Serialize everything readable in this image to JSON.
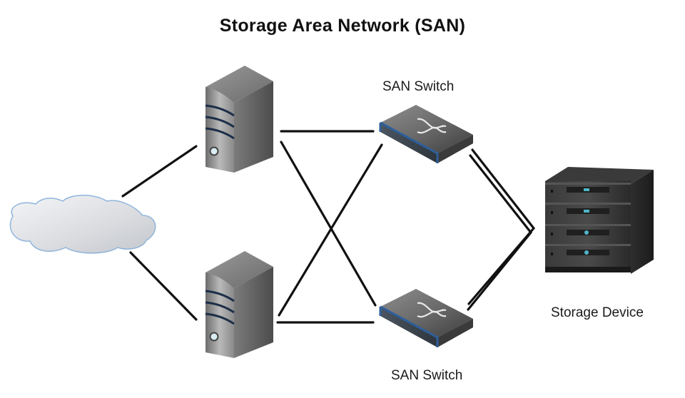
{
  "title": "Storage Area Network (SAN)",
  "nodes": {
    "cloud": {
      "label": "",
      "icon": "cloud-icon"
    },
    "server_top": {
      "label": "",
      "icon": "server-tower-icon"
    },
    "server_bottom": {
      "label": "",
      "icon": "server-tower-icon"
    },
    "switch_top": {
      "label": "SAN Switch",
      "icon": "network-switch-icon"
    },
    "switch_bottom": {
      "label": "SAN Switch",
      "icon": "network-switch-icon"
    },
    "storage": {
      "label": "Storage Device",
      "icon": "storage-array-icon"
    }
  },
  "edges": [
    {
      "from": "cloud",
      "to": "server_top",
      "style": "single"
    },
    {
      "from": "cloud",
      "to": "server_bottom",
      "style": "single"
    },
    {
      "from": "server_top",
      "to": "switch_top",
      "style": "single"
    },
    {
      "from": "server_top",
      "to": "switch_bottom",
      "style": "single"
    },
    {
      "from": "server_bottom",
      "to": "switch_top",
      "style": "single"
    },
    {
      "from": "server_bottom",
      "to": "switch_bottom",
      "style": "single"
    },
    {
      "from": "switch_top",
      "to": "storage",
      "style": "double"
    },
    {
      "from": "switch_bottom",
      "to": "storage",
      "style": "double"
    }
  ],
  "colors": {
    "line": "#111111",
    "server_body": "#8a8a8a",
    "switch_accent": "#2e5f9a",
    "storage_body": "#2b2b2b",
    "cloud_outline": "#8fb4dc"
  }
}
